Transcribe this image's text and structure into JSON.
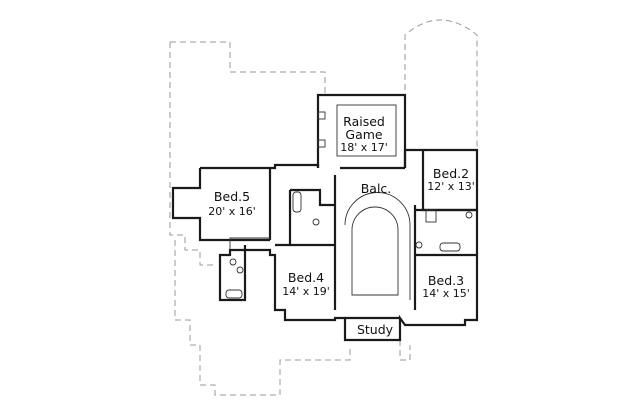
{
  "rooms": [
    {
      "name": "Raised Game",
      "line1": "Raised",
      "line2": "Game",
      "dims": "18' x 17'"
    },
    {
      "name": "Bed.2",
      "line1": "Bed.2",
      "dims": "12' x 13'"
    },
    {
      "name": "Bed.5",
      "line1": "Bed.5",
      "dims": "20' x 16'"
    },
    {
      "name": "Balc.",
      "line1": "Balc."
    },
    {
      "name": "Bed.4",
      "line1": "Bed.4",
      "dims": "14' x 19'"
    },
    {
      "name": "Bed.3",
      "line1": "Bed.3",
      "dims": "14' x 15'"
    },
    {
      "name": "Study",
      "line1": "Study"
    }
  ]
}
